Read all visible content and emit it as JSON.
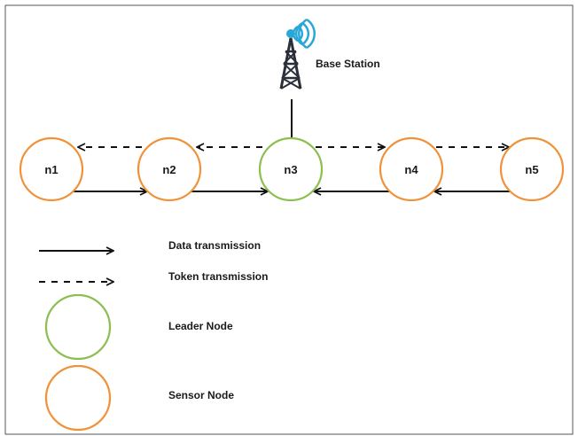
{
  "nodes": [
    {
      "id": "n1",
      "label": "n1",
      "role": "sensor"
    },
    {
      "id": "n2",
      "label": "n2",
      "role": "sensor"
    },
    {
      "id": "n3",
      "label": "n3",
      "role": "leader"
    },
    {
      "id": "n4",
      "label": "n4",
      "role": "sensor"
    },
    {
      "id": "n5",
      "label": "n5",
      "role": "sensor"
    }
  ],
  "base_station": {
    "label": "Base Station",
    "icon": "cell-tower-icon"
  },
  "connections": {
    "data": [
      {
        "from": "n1",
        "to": "n2"
      },
      {
        "from": "n2",
        "to": "n3"
      },
      {
        "from": "n4",
        "to": "n3"
      },
      {
        "from": "n5",
        "to": "n4"
      },
      {
        "from": "n3",
        "to": "base_station",
        "arrow": false
      }
    ],
    "token": [
      {
        "from": "n2",
        "to": "n1"
      },
      {
        "from": "n3",
        "to": "n2"
      },
      {
        "from": "n3",
        "to": "n4"
      },
      {
        "from": "n4",
        "to": "n5"
      }
    ]
  },
  "legend": {
    "data_transmission": "Data transmission",
    "token_transmission": "Token transmission",
    "leader_node": "Leader Node",
    "sensor_node": "Sensor Node"
  },
  "colors": {
    "sensor": "#f0923a",
    "leader": "#8cbf4f",
    "line": "#111111",
    "tower": "#2a2f3a",
    "signal": "#29a8d8",
    "frame": "#555555"
  }
}
